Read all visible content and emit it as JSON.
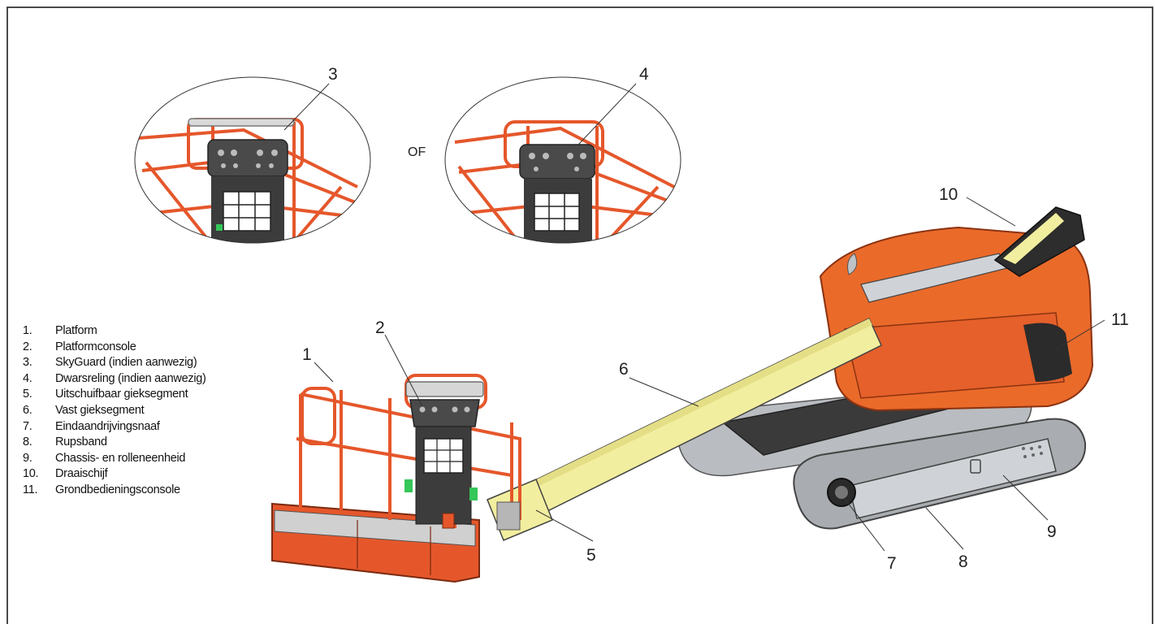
{
  "callouts": {
    "c1": "1",
    "c2": "2",
    "c3": "3",
    "c4": "4",
    "c5": "5",
    "c6": "6",
    "c7": "7",
    "c8": "8",
    "c9": "9",
    "c10": "10",
    "c11": "11"
  },
  "or_label": "OF",
  "legend": [
    {
      "num": "1.",
      "label": "Platform"
    },
    {
      "num": "2.",
      "label": "Platformconsole"
    },
    {
      "num": "3.",
      "label": "SkyGuard (indien aanwezig)"
    },
    {
      "num": "4.",
      "label": "Dwarsreling (indien aanwezig)"
    },
    {
      "num": "5.",
      "label": "Uitschuifbaar gieksegment"
    },
    {
      "num": "6.",
      "label": "Vast gieksegment"
    },
    {
      "num": "7.",
      "label": "Eindaandrijvingsnaaf"
    },
    {
      "num": "8.",
      "label": "Rupsband"
    },
    {
      "num": "9.",
      "label": "Chassis- en rolleneenheid"
    },
    {
      "num": "10.",
      "label": "Draaischijf"
    },
    {
      "num": "11.",
      "label": "Grondbedieningsconsole"
    }
  ],
  "colors": {
    "platform_orange": "#e5572b",
    "boom_yellow": "#f2ee9f",
    "turntable_orange": "#ea6a2a",
    "track_grey": "#a9acb0",
    "chassis_grey": "#cfd3d7",
    "console_dark": "#3c3c3c"
  }
}
